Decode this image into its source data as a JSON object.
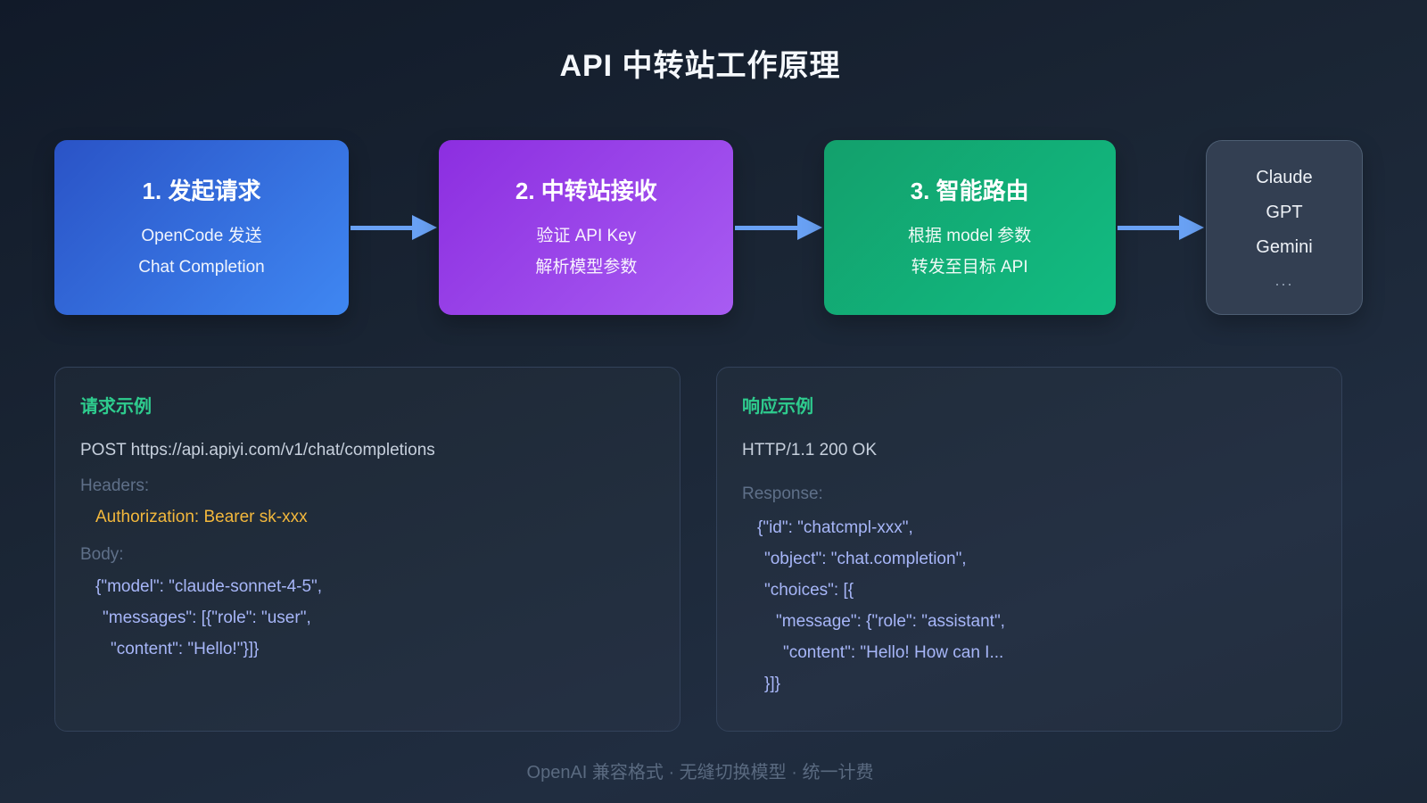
{
  "page": {
    "title": "API 中转站工作原理",
    "footer": "OpenAI 兼容格式 · 无缝切换模型 · 统一计费"
  },
  "flow": {
    "steps": [
      {
        "title": "1. 发起请求",
        "lines": [
          "OpenCode 发送",
          "Chat Completion"
        ]
      },
      {
        "title": "2. 中转站接收",
        "lines": [
          "验证 API Key",
          "解析模型参数"
        ]
      },
      {
        "title": "3. 智能路由",
        "lines": [
          "根据 model 参数",
          "转发至目标 API"
        ]
      }
    ],
    "targets": [
      "Claude",
      "GPT",
      "Gemini"
    ],
    "targets_more": "...",
    "arrow_icon": "right-arrow"
  },
  "request_panel": {
    "title": "请求示例",
    "request_line": "POST https://api.apiyi.com/v1/chat/completions",
    "headers_label": "Headers:",
    "authorization": "Authorization: Bearer sk-xxx",
    "body_label": "Body:",
    "body_lines": [
      "{\"model\": \"claude-sonnet-4-5\",",
      "\"messages\": [{\"role\": \"user\",",
      "\"content\": \"Hello!\"}]}"
    ]
  },
  "response_panel": {
    "title": "响应示例",
    "status_line": "HTTP/1.1 200 OK",
    "response_label": "Response:",
    "body_lines": [
      "{\"id\": \"chatcmpl-xxx\",",
      "\"object\": \"chat.completion\",",
      "\"choices\": [{",
      "\"message\": {\"role\": \"assistant\",",
      "\"content\": \"Hello! How can I...",
      "}]}"
    ]
  },
  "colors": {
    "background_top": "#121b2a",
    "background_mid": "#1f2b3d",
    "step_blue": "#3f87f2",
    "step_purple": "#a85cf2",
    "step_green": "#12bc82",
    "target_box_bg": "#333f52",
    "arrow_blue": "#69a1f4",
    "panel_title_green": "#2ecc8e",
    "amber": "#f3b83c",
    "json_text": "#a7b6f8",
    "muted_label": "#5f7089"
  }
}
